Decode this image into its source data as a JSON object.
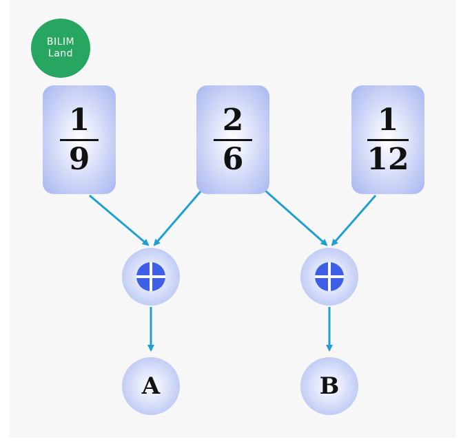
{
  "logo": {
    "line1": "BILIM",
    "line2": "Land"
  },
  "fractions": [
    {
      "numerator": "1",
      "denominator": "9"
    },
    {
      "numerator": "2",
      "denominator": "6"
    },
    {
      "numerator": "1",
      "denominator": "12"
    }
  ],
  "operators": [
    {
      "symbol": "plus"
    },
    {
      "symbol": "plus"
    }
  ],
  "results": [
    {
      "label": "A"
    },
    {
      "label": "B"
    }
  ],
  "colors": {
    "arrow": "#1d9fd0",
    "operator": "#3f5ee6",
    "logo": "#26a660",
    "card": "#a6b5ef"
  }
}
